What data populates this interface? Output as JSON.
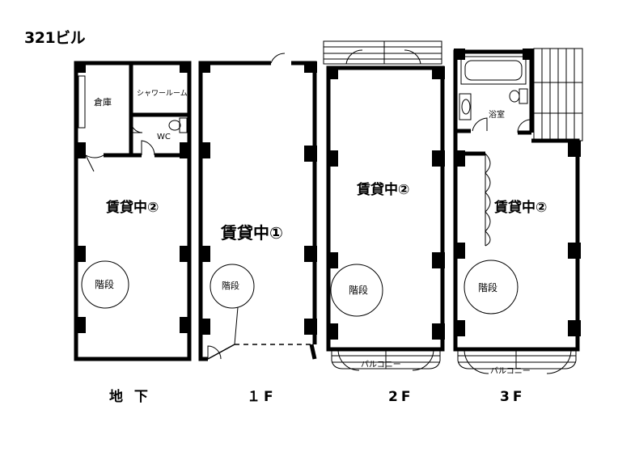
{
  "title": "321ビル",
  "floors": {
    "b1": {
      "label": "地 下",
      "tenant": "賃貸中②",
      "storage": "倉庫",
      "shower": "シャワールーム",
      "wc": "WC",
      "stairs": "階段"
    },
    "f1": {
      "label": "１F",
      "tenant": "賃貸中①",
      "stairs": "階段"
    },
    "f2": {
      "label": "2F",
      "tenant": "賃貸中②",
      "stairs": "階段",
      "balcony": "バルコニー"
    },
    "f3": {
      "label": "3F",
      "tenant": "賃貸中②",
      "bath": "浴室",
      "stairs": "階段",
      "balcony": "バルコニー"
    }
  }
}
